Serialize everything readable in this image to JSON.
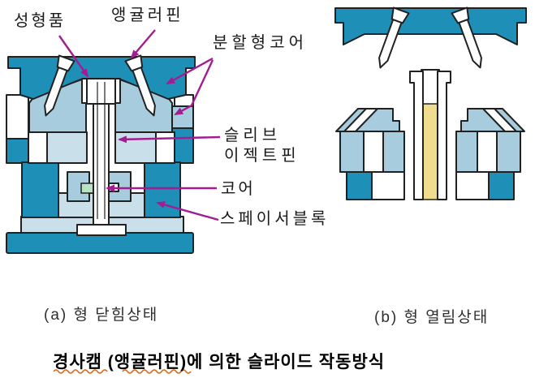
{
  "palette": {
    "mold_teal": "#1E90B8",
    "slide_light_blue": "#A6CCDD",
    "plate_pale_blue": "#C9E0EA",
    "molded_part_yellow": "#EFDC8E",
    "core_green": "#B9E4C4",
    "label_magenta": "#A21D92",
    "outline_ink": "#212121",
    "spellcheck_orange": "#D96A1A"
  },
  "diagram": {
    "labels": {
      "molded_product": "성형품",
      "angular_pin": "앵귤러핀",
      "split_core": "분할형코어",
      "sleeve_ejector_line1": "슬리브",
      "sleeve_ejector_line2": "이젝트핀",
      "core": "코어",
      "spacer_block": "스페이서블록"
    },
    "captions": {
      "closed_state": "(a) 형 닫힘상태",
      "open_state": "(b) 형 열림상태"
    },
    "title": "경사캠 (앵귤러핀)에 의한 슬라이드 작동방식"
  }
}
